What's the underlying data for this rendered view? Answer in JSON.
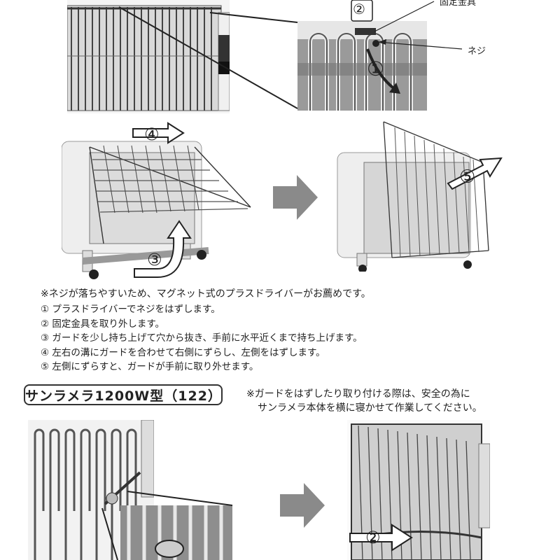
{
  "callouts": {
    "fixing_bracket": "固定金具",
    "screw": "ネジ"
  },
  "step_marks": {
    "one": "①",
    "two": "②",
    "three": "③",
    "four": "④",
    "five": "⑤"
  },
  "note": "※ネジが落ちやすいため、マグネット式のプラスドライバーがお薦めです。",
  "steps": [
    "① プラスドライバーでネジをはずします。",
    "② 固定金具を取り外します。",
    "③ ガードを少し持ち上げて穴から抜き、手前に水平近くまで持ち上げます。",
    "④ 左右の溝にガードを合わせて右側にずらし、左側をはずします。",
    "⑤ 左側にずらすと、ガードが手前に取り外せます。"
  ],
  "model_title": "サンラメラ1200W型（122）",
  "caution": {
    "line1": "※ガードをはずしたり取り付ける際は、安全の為に",
    "line2": "サンラメラ本体を横に寝かせて作業してください。"
  },
  "colors": {
    "ink": "#222222",
    "photo_gray": "#c8c8c8",
    "arrow_gray": "#8a8a8a"
  }
}
